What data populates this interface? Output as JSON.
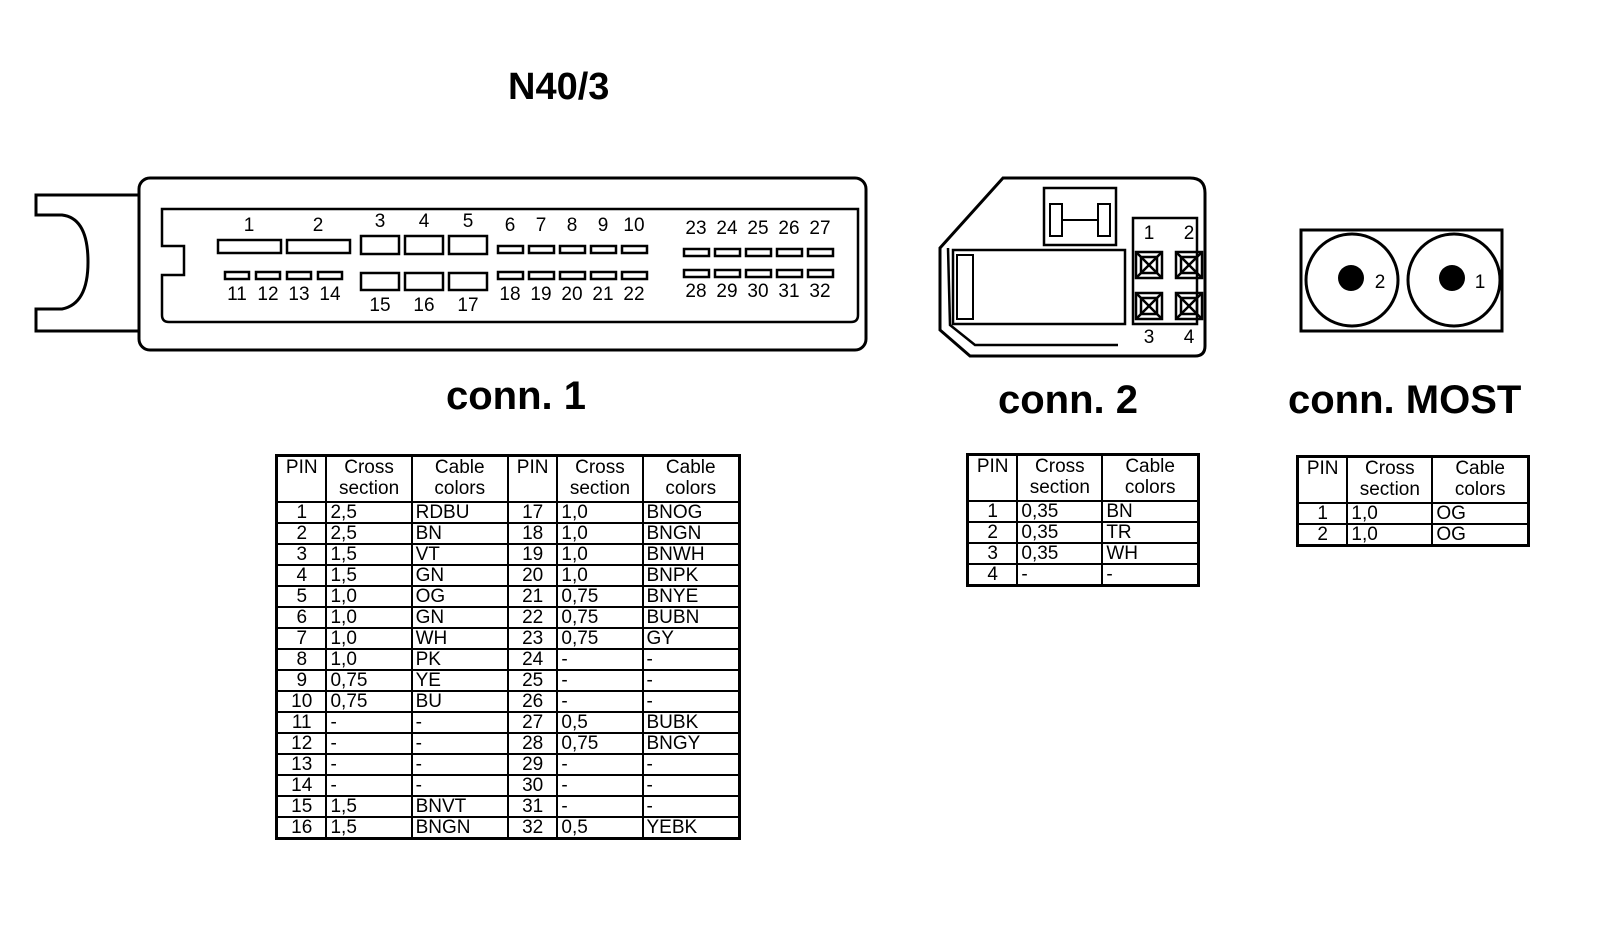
{
  "title": "N40/3",
  "connectors": {
    "conn1": {
      "label": "conn. 1",
      "top_pins": [
        "1",
        "2",
        "3",
        "4",
        "5",
        "6",
        "7",
        "8",
        "9",
        "10",
        "23",
        "24",
        "25",
        "26",
        "27"
      ],
      "bottom_pins": [
        "11",
        "12",
        "13",
        "14",
        "15",
        "16",
        "17",
        "18",
        "19",
        "20",
        "21",
        "22",
        "28",
        "29",
        "30",
        "31",
        "32"
      ]
    },
    "conn2": {
      "label": "conn. 2",
      "pins": [
        "1",
        "2",
        "3",
        "4"
      ]
    },
    "most": {
      "label": "conn. MOST",
      "pins": [
        "2",
        "1"
      ]
    }
  },
  "table_headers": {
    "pin": "PIN",
    "cross_1": "Cross",
    "cross_2": "section",
    "cable_1": "Cable",
    "cable_2": "colors"
  },
  "conn1_table": [
    {
      "pin": "1",
      "cs": "2,5",
      "color": "RDBU",
      "pin2": "17",
      "cs2": "1,0",
      "color2": "BNOG"
    },
    {
      "pin": "2",
      "cs": "2,5",
      "color": "BN",
      "pin2": "18",
      "cs2": "1,0",
      "color2": "BNGN"
    },
    {
      "pin": "3",
      "cs": "1,5",
      "color": "VT",
      "pin2": "19",
      "cs2": "1,0",
      "color2": "BNWH"
    },
    {
      "pin": "4",
      "cs": "1,5",
      "color": "GN",
      "pin2": "20",
      "cs2": "1,0",
      "color2": "BNPK"
    },
    {
      "pin": "5",
      "cs": "1,0",
      "color": "OG",
      "pin2": "21",
      "cs2": "0,75",
      "color2": "BNYE"
    },
    {
      "pin": "6",
      "cs": "1,0",
      "color": "GN",
      "pin2": "22",
      "cs2": "0,75",
      "color2": "BUBN"
    },
    {
      "pin": "7",
      "cs": "1,0",
      "color": "WH",
      "pin2": "23",
      "cs2": "0,75",
      "color2": "GY"
    },
    {
      "pin": "8",
      "cs": "1,0",
      "color": "PK",
      "pin2": "24",
      "cs2": "-",
      "color2": "-"
    },
    {
      "pin": "9",
      "cs": "0,75",
      "color": "YE",
      "pin2": "25",
      "cs2": "-",
      "color2": "-"
    },
    {
      "pin": "10",
      "cs": "0,75",
      "color": "BU",
      "pin2": "26",
      "cs2": "-",
      "color2": "-"
    },
    {
      "pin": "11",
      "cs": "-",
      "color": "-",
      "pin2": "27",
      "cs2": "0,5",
      "color2": "BUBK"
    },
    {
      "pin": "12",
      "cs": "-",
      "color": "-",
      "pin2": "28",
      "cs2": "0,75",
      "color2": "BNGY"
    },
    {
      "pin": "13",
      "cs": "-",
      "color": "-",
      "pin2": "29",
      "cs2": "-",
      "color2": "-"
    },
    {
      "pin": "14",
      "cs": "-",
      "color": "-",
      "pin2": "30",
      "cs2": "-",
      "color2": "-"
    },
    {
      "pin": "15",
      "cs": "1,5",
      "color": "BNVT",
      "pin2": "31",
      "cs2": "-",
      "color2": "-"
    },
    {
      "pin": "16",
      "cs": "1,5",
      "color": "BNGN",
      "pin2": "32",
      "cs2": "0,5",
      "color2": "YEBK"
    }
  ],
  "conn2_table": [
    {
      "pin": "1",
      "cs": "0,35",
      "color": "BN"
    },
    {
      "pin": "2",
      "cs": "0,35",
      "color": "TR"
    },
    {
      "pin": "3",
      "cs": "0,35",
      "color": "WH"
    },
    {
      "pin": "4",
      "cs": "-",
      "color": "-"
    }
  ],
  "most_table": [
    {
      "pin": "1",
      "cs": "1,0",
      "color": "OG"
    },
    {
      "pin": "2",
      "cs": "1,0",
      "color": "OG"
    }
  ]
}
